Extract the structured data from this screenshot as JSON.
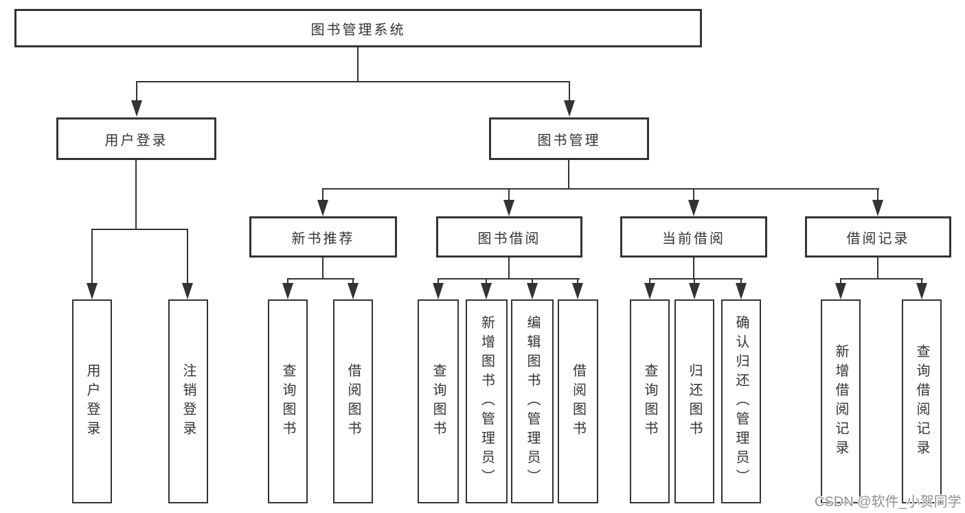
{
  "colors": {
    "background": "#ffffff",
    "line": "#333333",
    "box_border": "#333333",
    "text": "#333333",
    "watermark_text": "#919191"
  },
  "root": {
    "label": "图书管理系统"
  },
  "level2": [
    {
      "label": "用户登录"
    },
    {
      "label": "图书管理"
    }
  ],
  "level3": [
    {
      "label": "新书推荐",
      "parent": "图书管理"
    },
    {
      "label": "图书借阅",
      "parent": "图书管理"
    },
    {
      "label": "当前借阅",
      "parent": "图书管理"
    },
    {
      "label": "借阅记录",
      "parent": "图书管理"
    }
  ],
  "leaves": [
    {
      "label": "用户登录",
      "parent": "用户登录"
    },
    {
      "label": "注销登录",
      "parent": "用户登录"
    },
    {
      "label": "查询图书",
      "parent": "新书推荐"
    },
    {
      "label": "借阅图书",
      "parent": "新书推荐"
    },
    {
      "label": "查询图书",
      "parent": "图书借阅"
    },
    {
      "label": "新增图书（管理员）",
      "parent": "图书借阅"
    },
    {
      "label": "编辑图书（管理员）",
      "parent": "图书借阅"
    },
    {
      "label": "借阅图书",
      "parent": "图书借阅"
    },
    {
      "label": "查询图书",
      "parent": "当前借阅"
    },
    {
      "label": "归还图书",
      "parent": "当前借阅"
    },
    {
      "label": "确认归还（管理员）",
      "parent": "当前借阅"
    },
    {
      "label": "新增借阅记录",
      "parent": "借阅记录"
    },
    {
      "label": "查询借阅记录",
      "parent": "借阅记录"
    }
  ],
  "watermark": {
    "text": "CSDN @软件_小贺同学"
  }
}
